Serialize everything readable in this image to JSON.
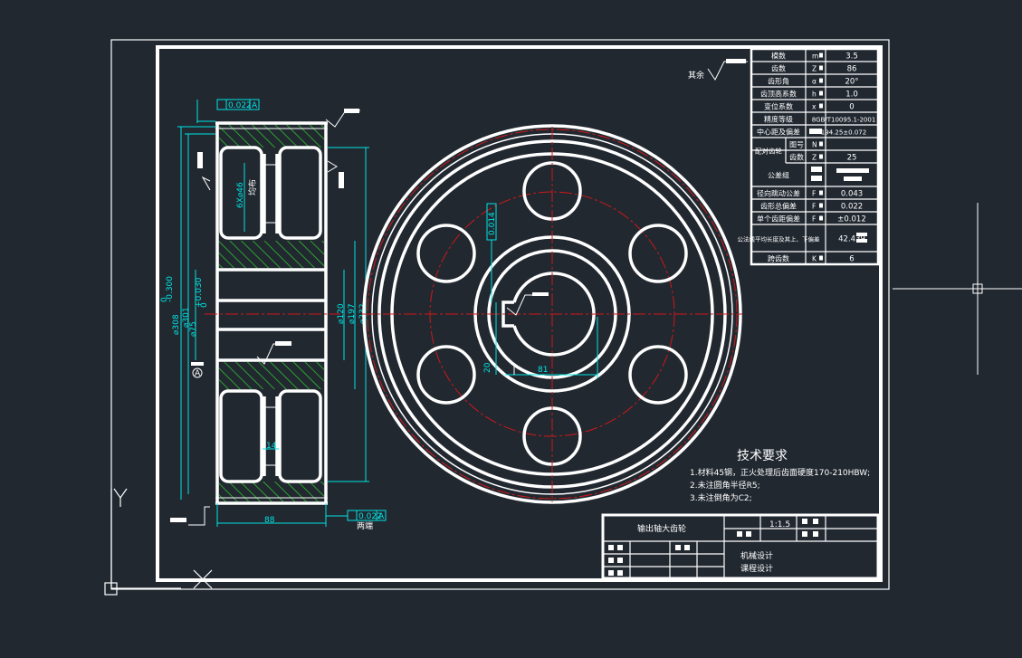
{
  "colors": {
    "background": "#212830",
    "line": "#ffffff",
    "dimension": "#00e5e5",
    "hatch": "#2fbf2f",
    "centerline": "#d01818"
  },
  "params_table": [
    {
      "label": "模数",
      "symbol": "m",
      "value": "3.5"
    },
    {
      "label": "齿数",
      "symbol": "Z",
      "value": "86"
    },
    {
      "label": "齿形角",
      "symbol": "α",
      "value": "20°"
    },
    {
      "label": "齿顶高系数",
      "symbol": "h",
      "value": "1.0"
    },
    {
      "label": "变位系数",
      "symbol": "x",
      "value": "0"
    },
    {
      "label": "精度等级",
      "symbol": "",
      "value": "8GB/T10095.1-2001"
    },
    {
      "label": "中心距及偏差",
      "symbol": "",
      "value": "194.25±0.072"
    },
    {
      "label": "图号",
      "symbol": "N",
      "value": ""
    },
    {
      "label": "齿数",
      "symbol": "Z",
      "value": "25"
    },
    {
      "label": "公差组",
      "symbol": "",
      "value": ""
    },
    {
      "label": "径向跳动公差",
      "symbol": "F",
      "value": "0.043"
    },
    {
      "label": "齿形总偏差",
      "symbol": "F",
      "value": "0.022"
    },
    {
      "label": "单个齿距偏差",
      "symbol": "F",
      "value": "±0.012"
    },
    {
      "label": "公法线平均长度及其上、下偏差",
      "symbol": "",
      "value": "42.439"
    },
    {
      "label": "跨齿数",
      "symbol": "K",
      "value": "6"
    }
  ],
  "mating_gear_label": "配对齿轮",
  "roughness_note": "其余",
  "tech_requirements": {
    "title": "技术要求",
    "items": [
      "1.材料45钢，正火处理后齿面硬度170-210HBW;",
      "2.未注圆角半径R5;",
      "3.未注倒角为C2;"
    ]
  },
  "title_block": {
    "part_name": "输出轴大齿轮",
    "scale": "1:1.5",
    "course_line1": "机械设计",
    "course_line2": "课程设计"
  },
  "dimensions": {
    "runout_top": "0.022",
    "runout_bottom": "0.022",
    "datum": "A",
    "both_ends": "两端",
    "width": "88",
    "web": "14",
    "holes": "6X⌀46",
    "holes_note": "均布",
    "d308": "⌀308",
    "d301": "⌀301",
    "d75": "⌀75",
    "d120": "⌀120",
    "d197": "⌀197",
    "d232": "⌀232",
    "keyway_width": "20",
    "keyway_depth": "81",
    "sym_tol": "0.014",
    "tol_308_top": "0",
    "tol_308_bot": "-0.300",
    "tol_75_top": "+0.030",
    "tol_75_bot": "0"
  }
}
